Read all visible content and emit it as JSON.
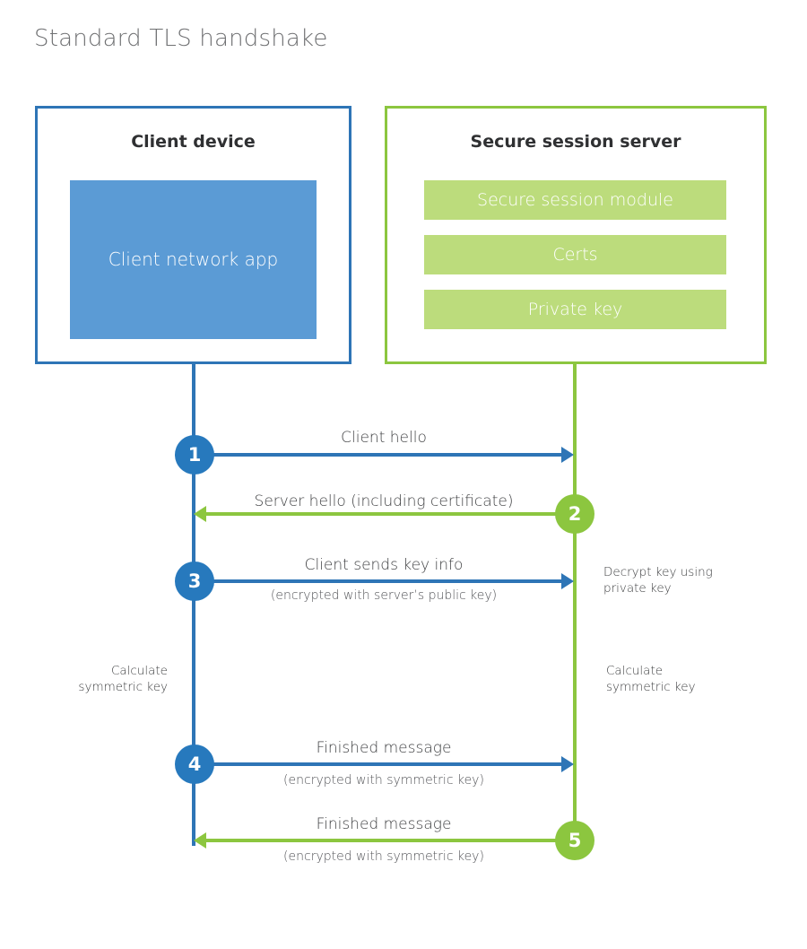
{
  "title": "Standard TLS handshake",
  "colors": {
    "client_border": "#2e75b6",
    "client_fill": "#5b9bd5",
    "server_border": "#8cc63f",
    "server_fill": "#bcdc7c",
    "client_accent": "#2779bd",
    "server_accent": "#8cc63f",
    "title_text": "#6f7072",
    "body_text": "#414244"
  },
  "client": {
    "title": "Client device",
    "app_label": "Client network app"
  },
  "server": {
    "title": "Secure session server",
    "components": [
      {
        "label": "Secure session module"
      },
      {
        "label": "Certs"
      },
      {
        "label": "Private key"
      }
    ]
  },
  "steps": [
    {
      "number": "1",
      "label": "Client hello",
      "sub": "",
      "direction": "client-to-server",
      "side": "client"
    },
    {
      "number": "2",
      "label": "Server hello (including certificate)",
      "sub": "",
      "direction": "server-to-client",
      "side": "server"
    },
    {
      "number": "3",
      "label": "Client sends key info",
      "sub": "(encrypted with server’s public key)",
      "direction": "client-to-server",
      "side": "client"
    },
    {
      "number": "4",
      "label": "Finished message",
      "sub": "(encrypted with symmetric key)",
      "direction": "client-to-server",
      "side": "client"
    },
    {
      "number": "5",
      "label": "Finished message",
      "sub": "(encrypted with symmetric key)",
      "direction": "server-to-client",
      "side": "server"
    }
  ],
  "annotations": {
    "decrypt_key": "Decrypt key using\nprivate key",
    "decrypt_key_line1": "Decrypt key using",
    "decrypt_key_line2": "private key",
    "calculate_symmetric_key_client_line1": "Calculate",
    "calculate_symmetric_key_client_line2": "symmetric key",
    "calculate_symmetric_key_server_line1": "Calculate",
    "calculate_symmetric_key_server_line2": "symmetric key"
  }
}
